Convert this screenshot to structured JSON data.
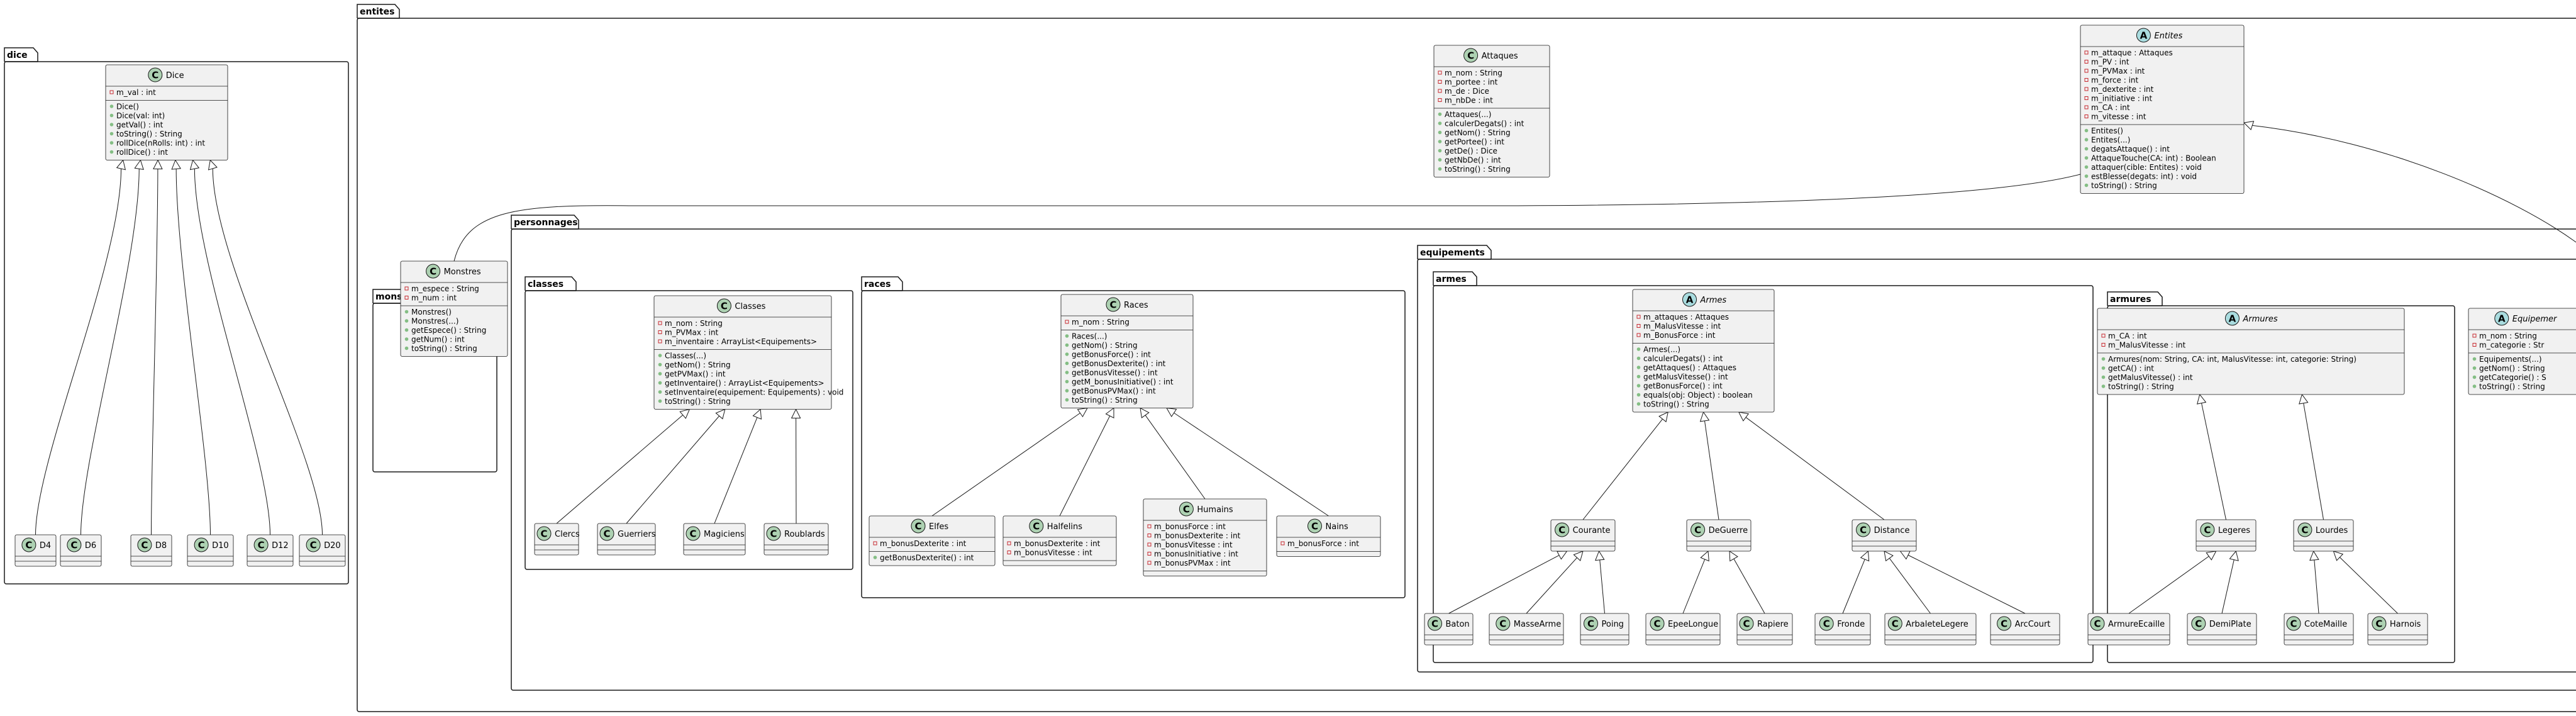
{
  "packages": {
    "dice": "dice",
    "entites": "entites",
    "personnages": "personnages",
    "monstres": "monstres",
    "classes": "classes",
    "races": "races",
    "equipements": "equipements",
    "armes": "armes",
    "armures": "armures"
  },
  "classes": {
    "dice": {
      "name": "Dice",
      "stereo": "C",
      "fields": [
        "m_val : int"
      ],
      "methods": [
        "Dice()",
        "Dice(val: int)",
        "getVal() : int",
        "toString() : String",
        "rollDice(nRolls: int) : int",
        "rollDice() : int"
      ]
    },
    "d4": {
      "name": "D4",
      "stereo": "C"
    },
    "d6": {
      "name": "D6",
      "stereo": "C"
    },
    "d8": {
      "name": "D8",
      "stereo": "C"
    },
    "d10": {
      "name": "D10",
      "stereo": "C"
    },
    "d12": {
      "name": "D12",
      "stereo": "C"
    },
    "d20": {
      "name": "D20",
      "stereo": "C"
    },
    "attaques": {
      "name": "Attaques",
      "stereo": "C",
      "fields": [
        "m_nom : String",
        "m_portee : int",
        "m_de : Dice",
        "m_nbDe : int"
      ],
      "methods": [
        "Attaques(...)",
        "calculerDegats() : int",
        "getNom() : String",
        "getPortee() : int",
        "getDe() : Dice",
        "getNbDe() : int",
        "toString() : String"
      ]
    },
    "entites": {
      "name": "Entites",
      "stereo": "A",
      "fields": [
        "m_attaque : Attaques",
        "m_PV : int",
        "m_PVMax : int",
        "m_force : int",
        "m_dexterite : int",
        "m_initiative : int",
        "m_CA : int",
        "m_vitesse : int"
      ],
      "methods": [
        "Entites()",
        "Entites(...)",
        "degatsAttaque() : int",
        "AttaqueTouche(CA: int) : Boolean",
        "attaquer(cible: Entites) : void",
        "estBlesse(degats: int) : void",
        "toString() : String"
      ]
    },
    "monstres": {
      "name": "Monstres",
      "stereo": "C",
      "fields": [
        "m_espece : String",
        "m_num : int"
      ],
      "methods": [
        "Monstres()",
        "Monstres(...)",
        "getEspece() : String",
        "getNum() : int",
        "toString() : String"
      ]
    },
    "classes": {
      "name": "Classes",
      "stereo": "C",
      "fields": [
        "m_nom : String",
        "m_PVMax : int",
        "m_inventaire : ArrayList<Equipements>"
      ],
      "methods": [
        "Classes(...)",
        "getNom() : String",
        "getPVMax() : int",
        "getInventaire() : ArrayList<Equipements>",
        "setInventaire(equipement: Equipements) : void",
        "toString() : String"
      ]
    },
    "clercs": {
      "name": "Clercs",
      "stereo": "C"
    },
    "guerriers": {
      "name": "Guerriers",
      "stereo": "C"
    },
    "magiciens": {
      "name": "Magiciens",
      "stereo": "C"
    },
    "roublards": {
      "name": "Roublards",
      "stereo": "C"
    },
    "races": {
      "name": "Races",
      "stereo": "C",
      "fields": [
        "m_nom : String"
      ],
      "methods": [
        "Races(...)",
        "getNom() : String",
        "getBonusForce() : int",
        "getBonusDexterite() : int",
        "getBonusVitesse() : int",
        "getM_bonusInitiative() : int",
        "getBonusPVMax() : int",
        "toString() : String"
      ]
    },
    "elfes": {
      "name": "Elfes",
      "stereo": "C",
      "fields": [
        "m_bonusDexterite : int"
      ],
      "methods": [
        "getBonusDexterite() : int"
      ]
    },
    "halfelins": {
      "name": "Halfelins",
      "stereo": "C",
      "fields": [
        "m_bonusDexterite : int",
        "m_bonusVitesse : int"
      ],
      "methods": []
    },
    "humains": {
      "name": "Humains",
      "stereo": "C",
      "fields": [
        "m_bonusForce : int",
        "m_bonusDexterite : int",
        "m_bonusVitesse : int",
        "m_bonusInitiative : int",
        "m_bonusPVMax : int"
      ],
      "methods": []
    },
    "nains": {
      "name": "Nains",
      "stereo": "C",
      "fields": [
        "m_bonusForce : int"
      ],
      "methods": []
    },
    "armes": {
      "name": "Armes",
      "stereo": "A",
      "fields": [
        "m_attaques : Attaques",
        "m_MalusVitesse : int",
        "m_BonusForce : int"
      ],
      "methods": [
        "Armes(...)",
        "calculerDegats() : int",
        "getAttaques() : Attaques",
        "getMalusVitesse() : int",
        "getBonusForce() : int",
        "equals(obj: Object) : boolean",
        "toString() : String"
      ]
    },
    "courante": {
      "name": "Courante",
      "stereo": "C"
    },
    "deguerre": {
      "name": "DeGuerre",
      "stereo": "C"
    },
    "distance": {
      "name": "Distance",
      "stereo": "C"
    },
    "baton": {
      "name": "Baton",
      "stereo": "C"
    },
    "massearme": {
      "name": "MasseArme",
      "stereo": "C"
    },
    "poing": {
      "name": "Poing",
      "stereo": "C"
    },
    "epeelongue": {
      "name": "EpeeLongue",
      "stereo": "C"
    },
    "rapiere": {
      "name": "Rapiere",
      "stereo": "C"
    },
    "fronde": {
      "name": "Fronde",
      "stereo": "C"
    },
    "arbaletelegere": {
      "name": "ArbaleteLegere",
      "stereo": "C"
    },
    "arccourt": {
      "name": "ArcCourt",
      "stereo": "C"
    },
    "armures": {
      "name": "Armures",
      "stereo": "A",
      "fields": [
        "m_CA : int",
        "m_MalusVitesse : int"
      ],
      "methods": [
        "Armures(nom: String, CA: int, MalusVitesse: int, categorie: String)",
        "getCA() : int",
        "getMalusVitesse() : int",
        "toString() : String"
      ]
    },
    "legeres": {
      "name": "Legeres",
      "stereo": "C"
    },
    "lourdes": {
      "name": "Lourdes",
      "stereo": "C"
    },
    "armureecaille": {
      "name": "ArmureEcaille",
      "stereo": "C"
    },
    "demiplate": {
      "name": "DemiPlate",
      "stereo": "C"
    },
    "cotemaille": {
      "name": "CoteMaille",
      "stereo": "C"
    },
    "harnois": {
      "name": "Harnois",
      "stereo": "C"
    },
    "equipements": {
      "name": "Equipemer",
      "stereo": "A",
      "fields": [
        "m_nom : String",
        "m_categorie : Str"
      ],
      "methods": [
        "Equipements(...)",
        "getNom() : String",
        "getCategorie() : S",
        "toString() : String"
      ]
    }
  },
  "colors": {
    "class_fill": "#F1F1F1",
    "border": "#181818",
    "circle_class": "#ADD1B2",
    "circle_abstract": "#A9DCDF",
    "private_field": "#C82930",
    "public_method": "#84BE84"
  }
}
